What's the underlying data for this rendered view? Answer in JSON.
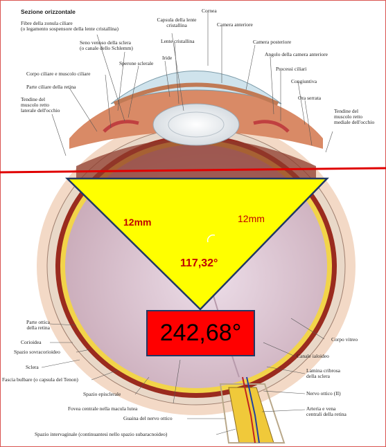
{
  "title": "Sezione orizzontale",
  "labels": {
    "fibre_zonula": "Fibre della zonula ciliare\n(o legamento sospensore della lente cristallina)",
    "capsula_lente": "Capsula della lente\ncristallina",
    "cornea": "Cornea",
    "camera_anteriore": "Camera anteriore",
    "seno_venoso": "Seno venoso della sclera\n(o canale dello Schlemm)",
    "lente_cristallina": "Lente cristallina",
    "iride": "Iride",
    "camera_posteriore": "Camera posteriore",
    "sperone_sclerale": "Sperone sclerale",
    "angolo_camera": "Angolo della camera anteriore",
    "corpo_ciliare": "Corpo ciliare e muscolo ciliare",
    "processi_ciliari": "Processi ciliari",
    "parte_ciliare": "Parte ciliare della retina",
    "congiuntiva": "Congiuntiva",
    "tendine_laterale": "Tendine del\nmuscolo retto\nlaterale dell'occhio",
    "ora_serrata": "Ora serrata",
    "tendine_mediale": "Tendine del\nmuscolo retto\nmediale dell'occhio",
    "parte_ottica": "Parte ottica\ndella retina",
    "corioidea": "Corioidea",
    "spazio_sovracorioideo": "Spazio sovracorioideo",
    "sclera": "Sclera",
    "fascia_bulbare": "Fascia bulbare (o capsula del Tenon)",
    "spazio_episclerale": "Spazio episclerale",
    "fovea": "Fovea centrale nella macula lutea",
    "guaina": "Guaina del nervo ottico",
    "spazio_intervaginale": "Spazio intervaginale (continuantesi nello spazio subaracnoideo)",
    "corpo_vitreo": "Corpo vitreo",
    "canale_ialoideo": "Canale ialoideo",
    "lamina_cribrosa": "Lamina cribrosa\ndella sclera",
    "nervo_ottico": "Nervo ottico (II)",
    "arteria_vena": "Arteria e vena\ncentrali della retina"
  },
  "annotations": {
    "side_left": "12mm",
    "side_right": "12mm",
    "inner_angle": "117,32°",
    "outer_angle": "242,68°"
  },
  "colors": {
    "triangle_fill": "#ffff00",
    "triangle_stroke": "#1f3864",
    "red_line": "#e00000",
    "box_fill": "#ff0000",
    "annotation_text": "#c00000"
  }
}
